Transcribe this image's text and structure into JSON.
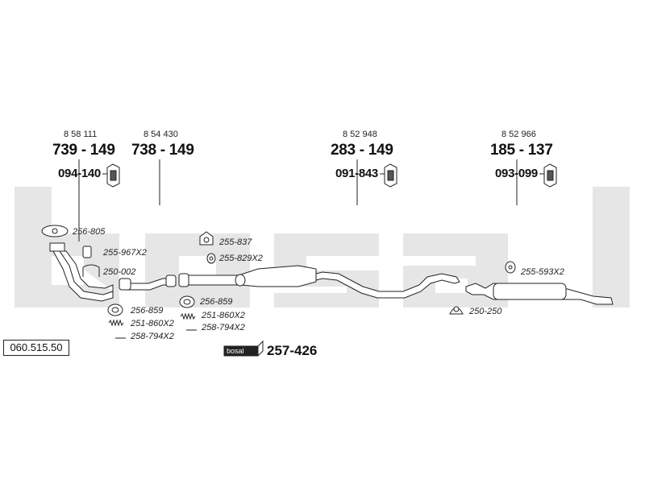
{
  "watermark": {
    "text": "bosal",
    "color": "#e6e6e6"
  },
  "reference_number": "060.515.50",
  "sections": [
    {
      "oem": "8 58 111",
      "part": "739 - 149",
      "mount": "094-140"
    },
    {
      "oem": "8 54 430",
      "part": "738 - 149",
      "mount": ""
    },
    {
      "oem": "8 52 948",
      "part": "283 - 149",
      "mount": "091-843"
    },
    {
      "oem": "8 52 966",
      "part": "185 - 137",
      "mount": "093-099"
    }
  ],
  "parts": {
    "p256_805": "256-805",
    "p255_967": "255-967X2",
    "p250_002": "250-002",
    "p256_859_a": "256-859",
    "p251_860_a": "251-860X2",
    "p258_794_a": "258-794X2",
    "p256_859_b": "256-859",
    "p251_860_b": "251-860X2",
    "p258_794_b": "258-794X2",
    "p255_837": "255-837",
    "p255_829": "255-829X2",
    "p255_593": "255-593X2",
    "p250_250": "250-250"
  },
  "kit": {
    "logo_text": "bosal",
    "number": "257-426"
  }
}
